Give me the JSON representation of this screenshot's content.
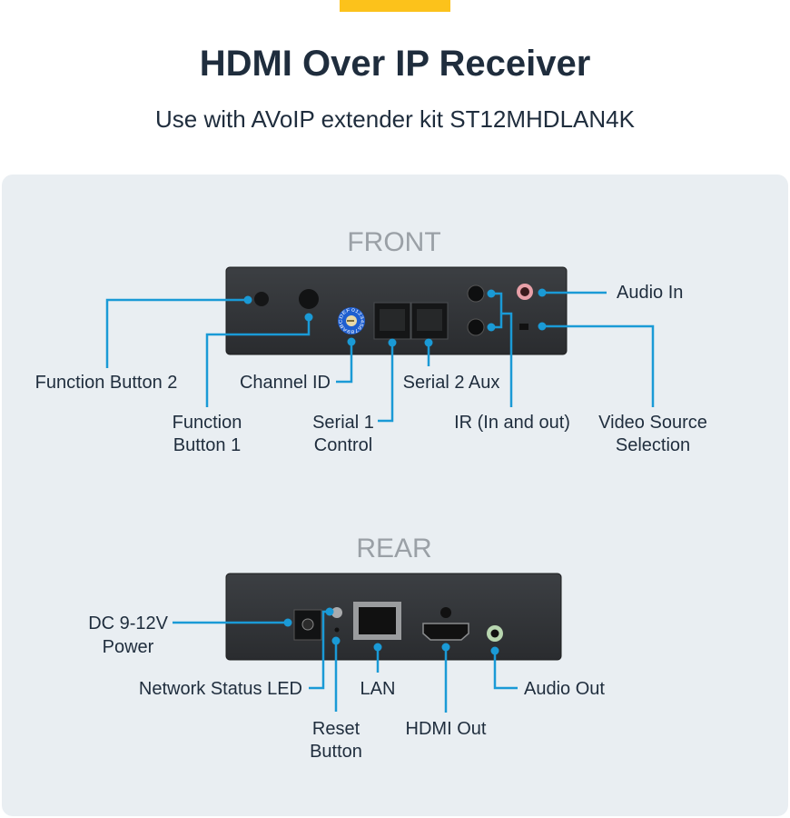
{
  "header": {
    "title": "HDMI Over IP Receiver",
    "subtitle": "Use with AVoIP extender kit ST12MHDLAN4K"
  },
  "colors": {
    "accent_bar": "#fcc21b",
    "callout_line": "#1a9ad6",
    "panel_bg": "#e9eef2",
    "device": "#333639"
  },
  "front": {
    "heading": "FRONT",
    "dial_text": "0123456789ABCDEF",
    "labels": {
      "function_button_2": "Function Button 2",
      "function_button_1_line1": "Function",
      "function_button_1_line2": "Button 1",
      "channel_id": "Channel ID",
      "serial_1_line1": "Serial 1",
      "serial_1_line2": "Control",
      "serial_2": "Serial 2 Aux",
      "ir": "IR (In and out)",
      "audio_in": "Audio In",
      "video_source_line1": "Video Source",
      "video_source_line2": "Selection"
    }
  },
  "rear": {
    "heading": "REAR",
    "labels": {
      "dc_line1": "DC 9-12V",
      "dc_line2": "Power",
      "network_led": "Network Status LED",
      "reset_line1": "Reset",
      "reset_line2": "Button",
      "lan": "LAN",
      "hdmi_out": "HDMI Out",
      "audio_out": "Audio Out"
    }
  }
}
